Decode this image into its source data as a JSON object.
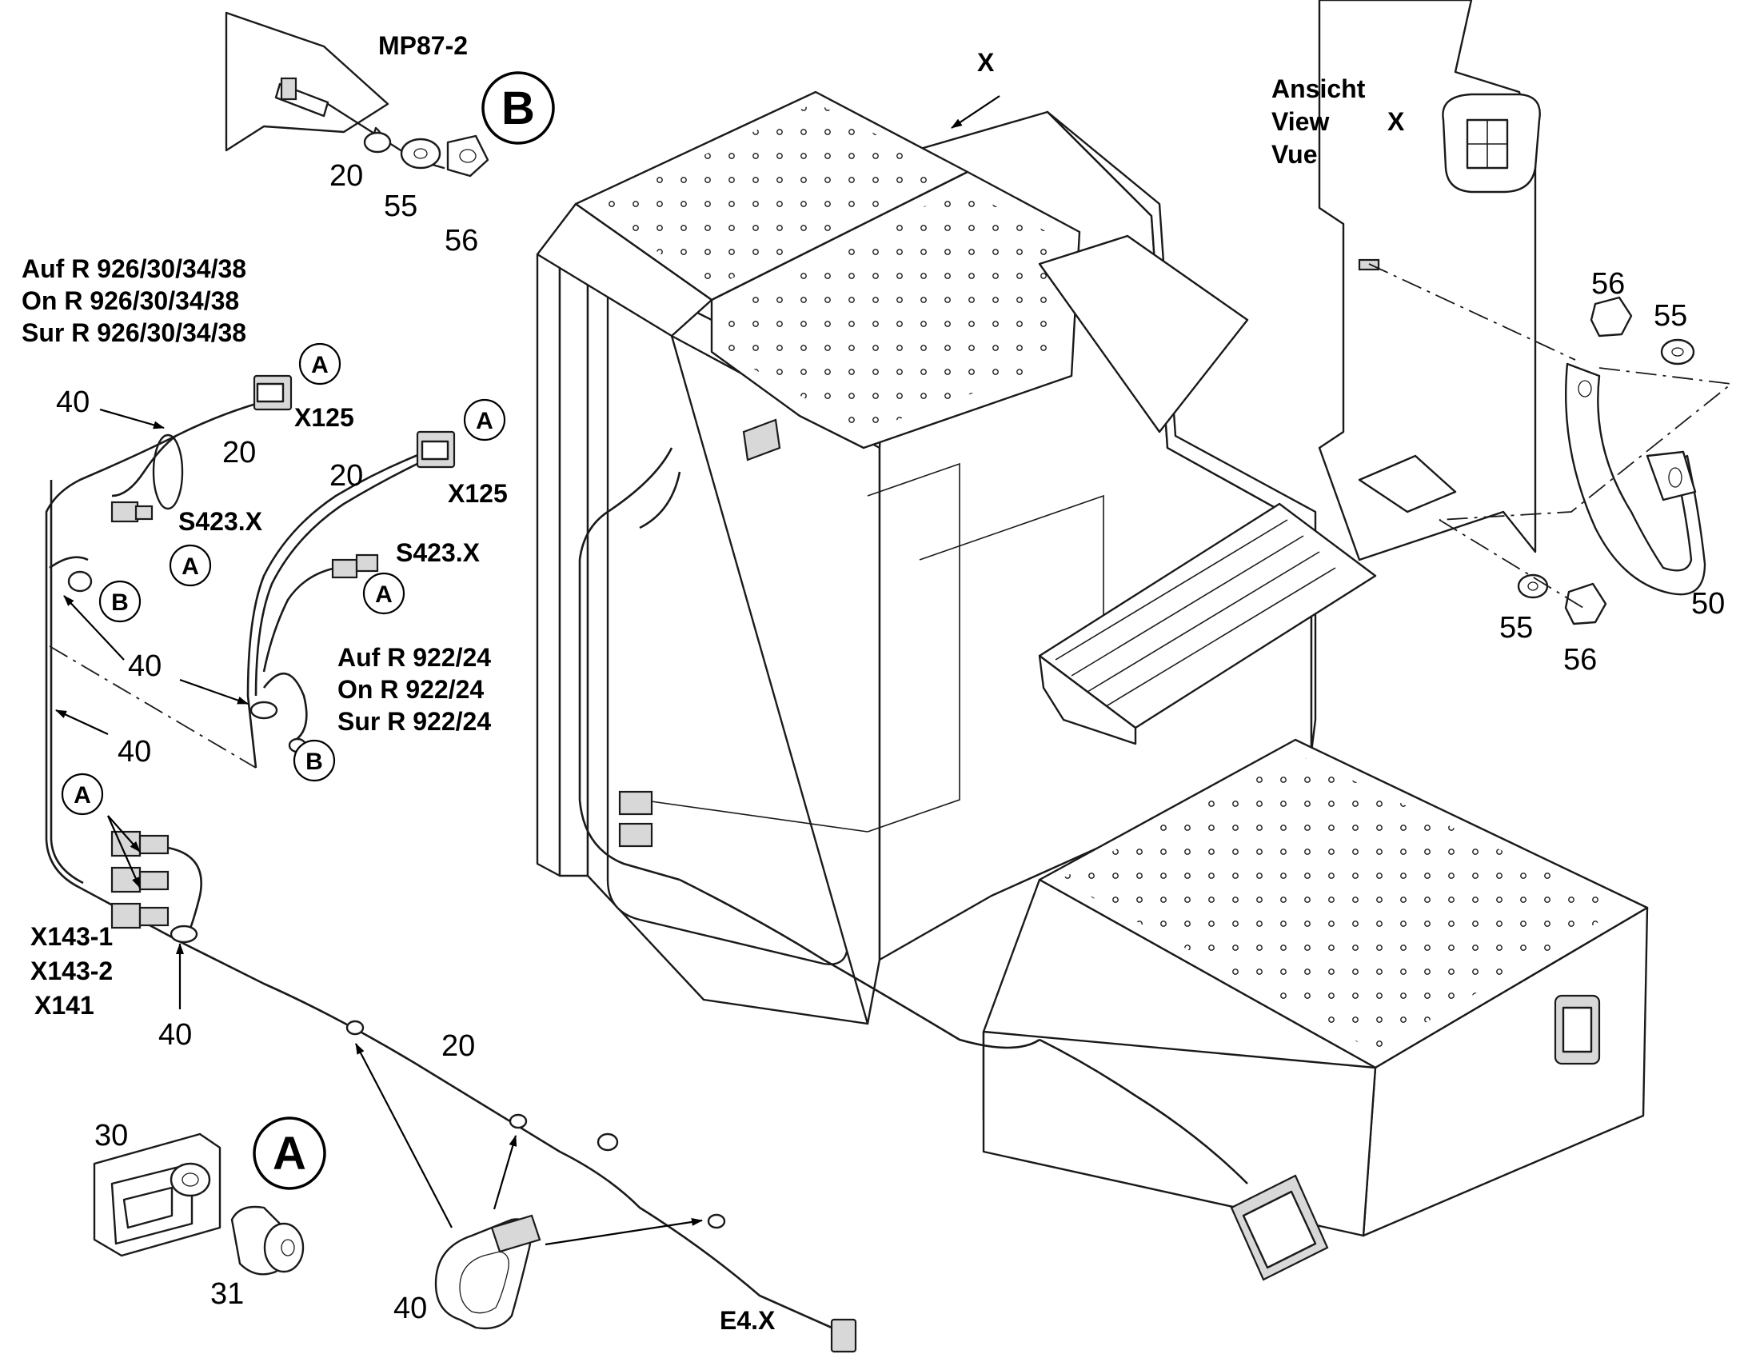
{
  "header": {
    "view_label_lines": [
      "Ansicht",
      "View",
      "Vue"
    ],
    "view_letter": "X",
    "view_arrow_letter": "X",
    "mp_label": "MP87-2"
  },
  "variants": {
    "large_models": [
      "Auf R 926/30/34/38",
      "On R 926/30/34/38",
      "Sur R 926/30/34/38"
    ],
    "small_models": [
      "Auf R 922/24",
      "On R 922/24",
      "Sur R 922/24"
    ]
  },
  "connectors": {
    "x125_a": "X125",
    "x125_b": "X125",
    "s423_a": "S423.X",
    "s423_b": "S423.X",
    "x143_1": "X143-1",
    "x143_2": "X143-2",
    "x141": "X141",
    "e4": "E4.X"
  },
  "bubbles": {
    "detail_b": "B",
    "detail_a": "A",
    "small_a": "A",
    "small_b": "B"
  },
  "part_numbers": {
    "p20": "20",
    "p30": "30",
    "p31": "31",
    "p40": "40",
    "p50": "50",
    "p55": "55",
    "p56": "56"
  }
}
